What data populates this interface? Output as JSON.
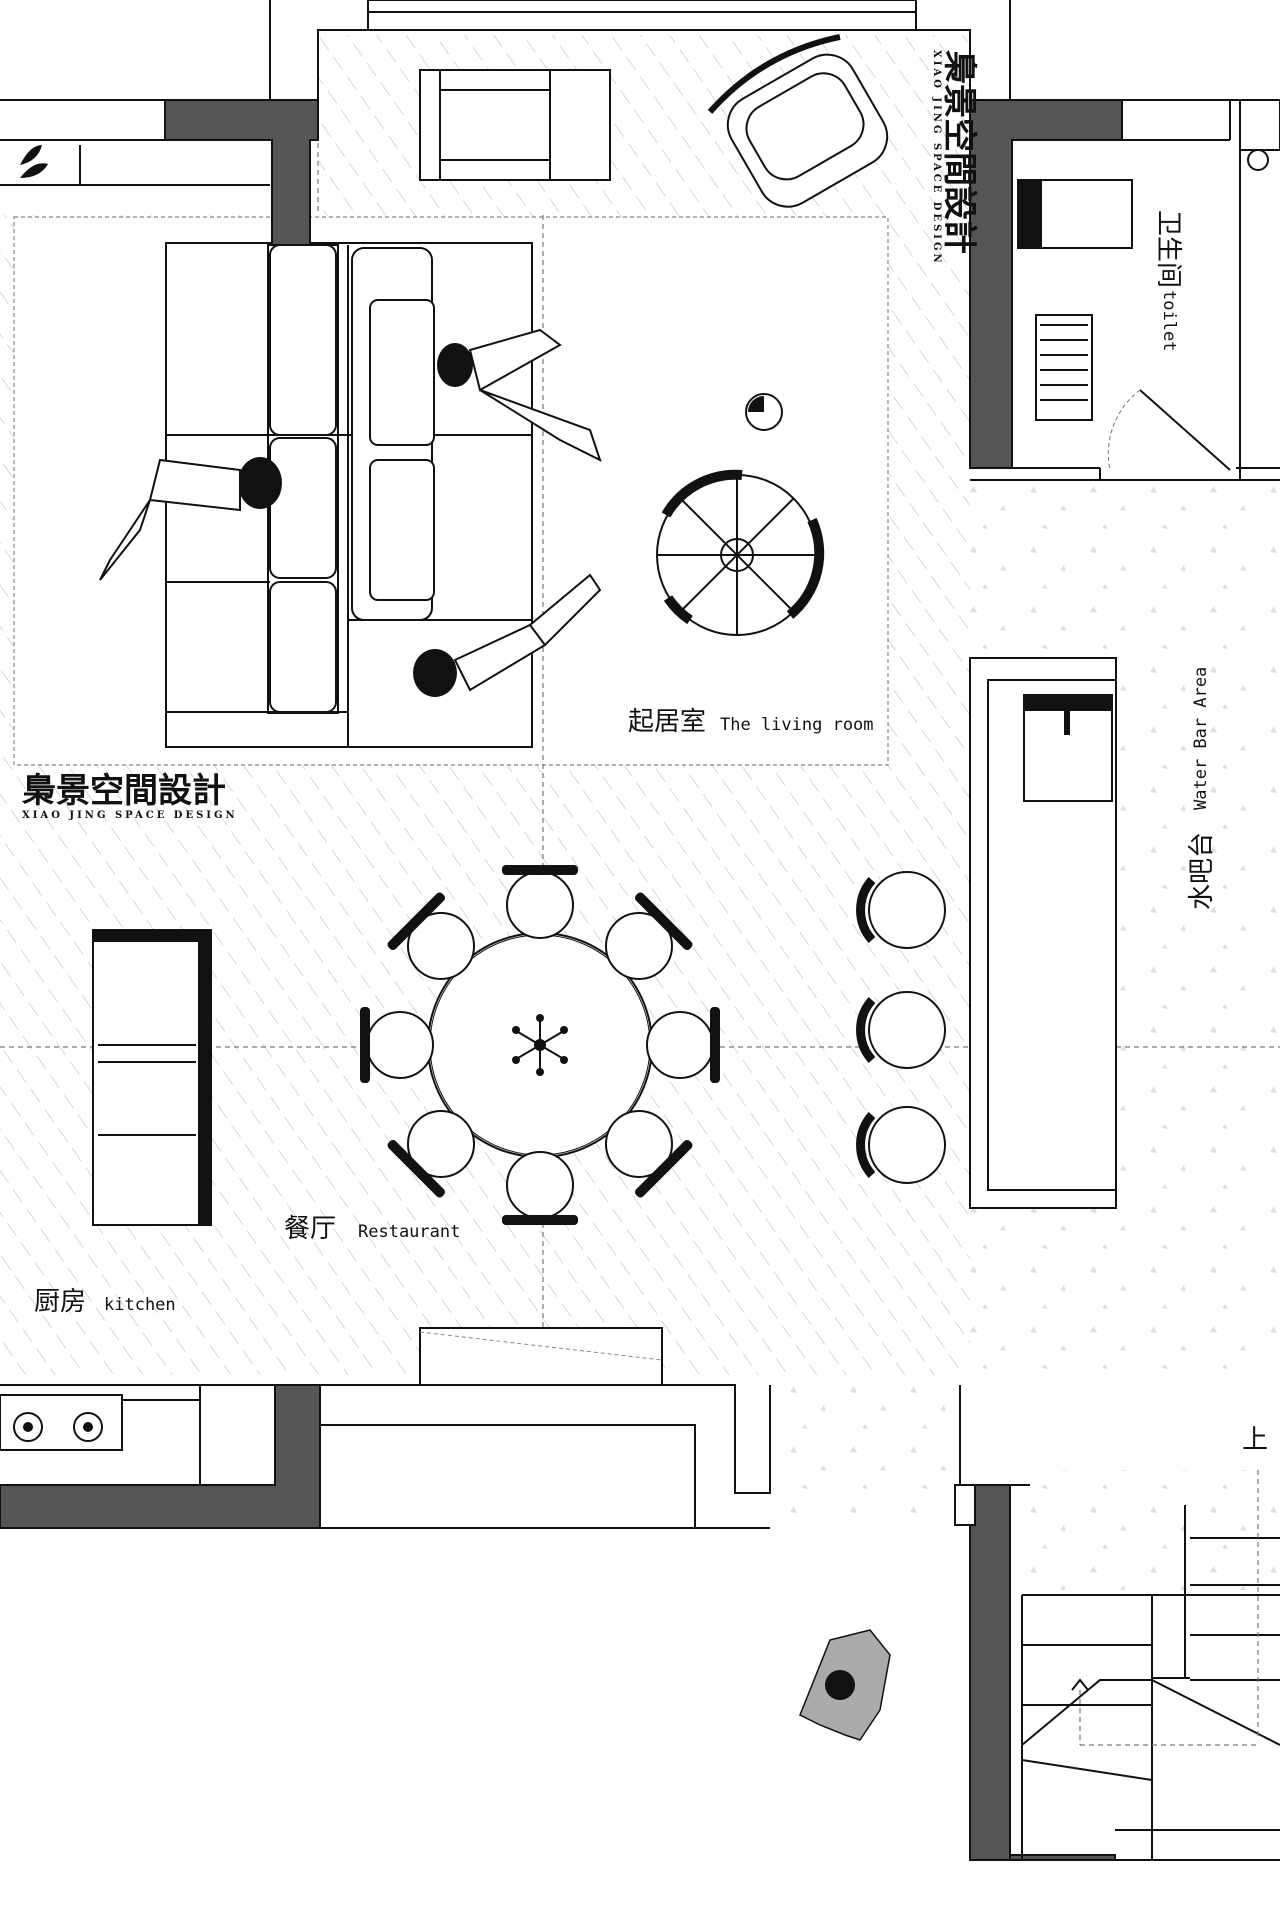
{
  "brand": {
    "name_cn": "梟景空間設計",
    "name_en": "XIAO JING SPACE DESIGN"
  },
  "rooms": {
    "living": {
      "cn": "起居室",
      "en": "The living room"
    },
    "restaurant": {
      "cn": "餐厅",
      "en": "Restaurant"
    },
    "kitchen": {
      "cn": "厨房",
      "en": "kitchen"
    },
    "toilet": {
      "cn": "卫生间",
      "en": "toilet"
    },
    "water_bar": {
      "cn": "水吧台",
      "en": "Water Bar Area"
    }
  },
  "stairs": {
    "up_label": "上"
  },
  "colors": {
    "wall": "#555555",
    "line": "#111111",
    "hatch": "#d8d8d8",
    "background": "#ffffff"
  },
  "icons": [
    "leaf-icon",
    "stove-burner-icon",
    "sink-icon",
    "person-figure-icon",
    "chandelier-icon",
    "round-table-icon",
    "bar-stool-icon",
    "armchair-icon",
    "sofa-icon",
    "staircase-icon"
  ]
}
